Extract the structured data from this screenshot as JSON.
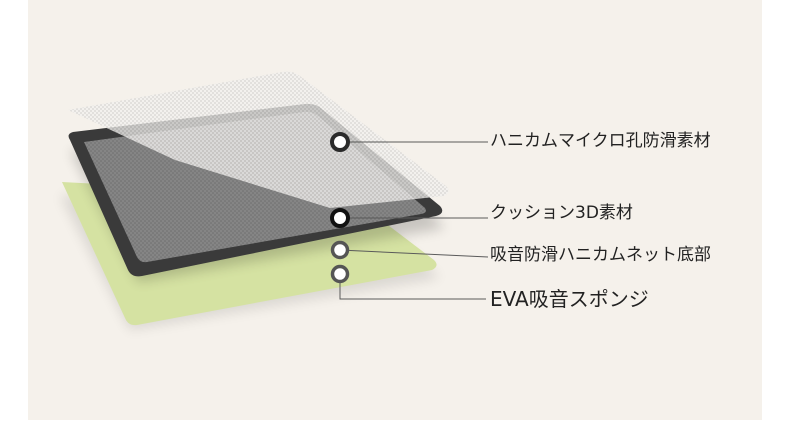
{
  "colors": {
    "background": "#f5f1eb",
    "top_mesh": "#e6e4e1",
    "dark_layer": "#3a3a3a",
    "gray_surface": "#7f7f7f",
    "green_base": "#d5e2a2",
    "leader_line": "#5a5a5a"
  },
  "layers": [
    {
      "label": "ハニカムマイクロ孔防滑素材",
      "marker": "white-dot"
    },
    {
      "label": "クッション3D素材",
      "marker": "black-dot"
    },
    {
      "label": "吸音防滑ハニカムネット底部",
      "marker": "gray-dot"
    },
    {
      "label": "EVA吸音スポンジ",
      "marker": "gray-dot"
    }
  ]
}
